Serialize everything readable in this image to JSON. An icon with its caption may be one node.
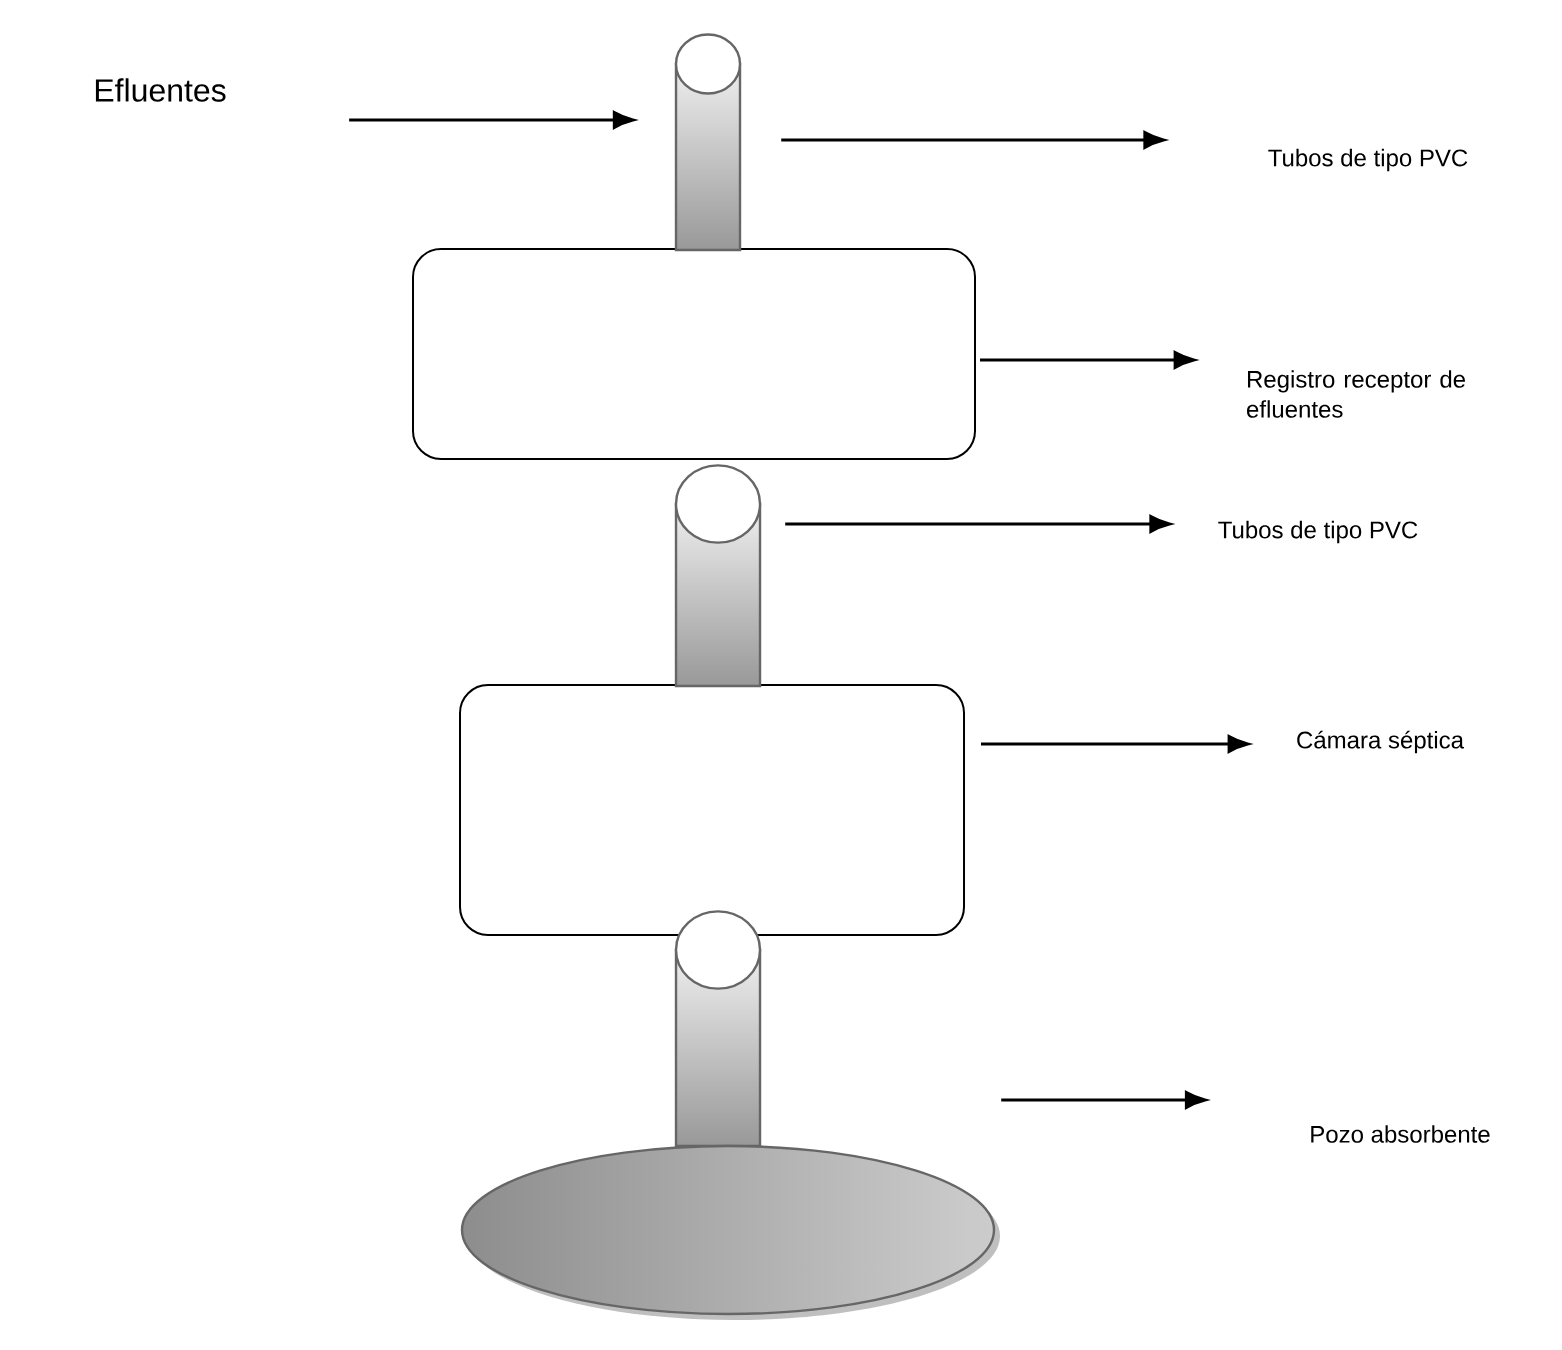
{
  "diagram": {
    "nodes": [
      {
        "text": [
          "Efluentes"
        ]
      },
      {
        "text": [],
        "shape": "cylinder"
      },
      {
        "text": [
          "Tubos de tipo PVC"
        ]
      },
      {
        "text": [],
        "shape": "box"
      },
      {
        "text": [
          "Registro receptor de efluentes"
        ]
      },
      {
        "text": [],
        "shape": "cylinder"
      },
      {
        "text": [
          "Tubos de tipo PVC"
        ]
      },
      {
        "text": [],
        "shape": "box"
      },
      {
        "text": [
          "Cámara séptica"
        ]
      },
      {
        "text": [],
        "shape": "cylinder"
      },
      {
        "text": [],
        "shape": "ellipse"
      },
      {
        "text": [
          "Pozo absorbente"
        ]
      }
    ],
    "edges": [
      {
        "from": 0,
        "to": 1,
        "arrow": "to"
      },
      {
        "from": 1,
        "to": 2,
        "arrow": "to"
      },
      {
        "from": 3,
        "to": 4,
        "arrow": "to"
      },
      {
        "from": 5,
        "to": 6,
        "arrow": "to"
      },
      {
        "from": 7,
        "to": 8,
        "arrow": "to"
      },
      {
        "from": 10,
        "to": 11,
        "arrow": "to"
      }
    ]
  }
}
